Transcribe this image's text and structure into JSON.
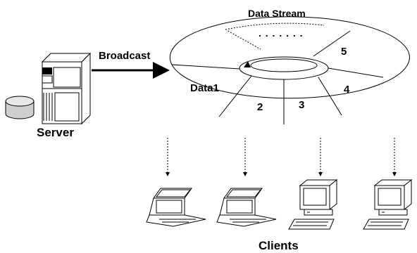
{
  "labels": {
    "data_stream": "Data Stream",
    "broadcast": "Broadcast",
    "server": "Server",
    "clients": "Clients",
    "ellipsis": ". . . . . . ."
  },
  "segments": [
    "Data1",
    "2",
    "3",
    "4",
    "5"
  ],
  "colors": {
    "stroke": "#000000",
    "background": "#ffffff",
    "disk_shade": "#cfcfcf"
  }
}
